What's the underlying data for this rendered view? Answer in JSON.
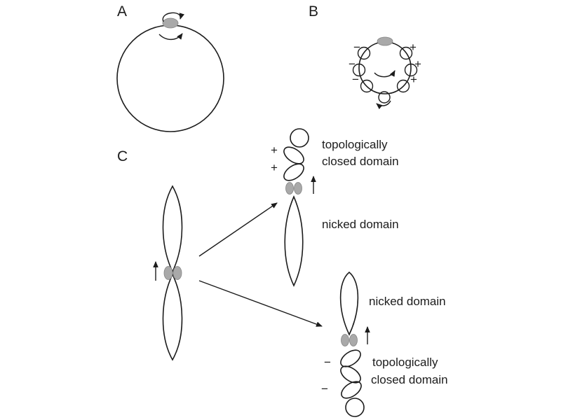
{
  "figure": {
    "panel_a": {
      "label": "A"
    },
    "panel_b": {
      "label": "B",
      "plus": [
        "+",
        "+",
        "+"
      ],
      "minus": [
        "−",
        "−",
        "−"
      ]
    },
    "panel_c": {
      "label": "C",
      "upper": {
        "plus": [
          "+",
          "+"
        ],
        "closed_label_1": "topologically",
        "closed_label_2": "closed domain",
        "nicked_label": "nicked domain"
      },
      "lower": {
        "minus": [
          "−",
          "−"
        ],
        "nicked_label": "nicked domain",
        "closed_label_1": "topologically",
        "closed_label_2": "closed domain"
      }
    }
  },
  "colors": {
    "line": "#1c1c1c",
    "blob": "#a9a9a9",
    "background": "#ffffff"
  }
}
